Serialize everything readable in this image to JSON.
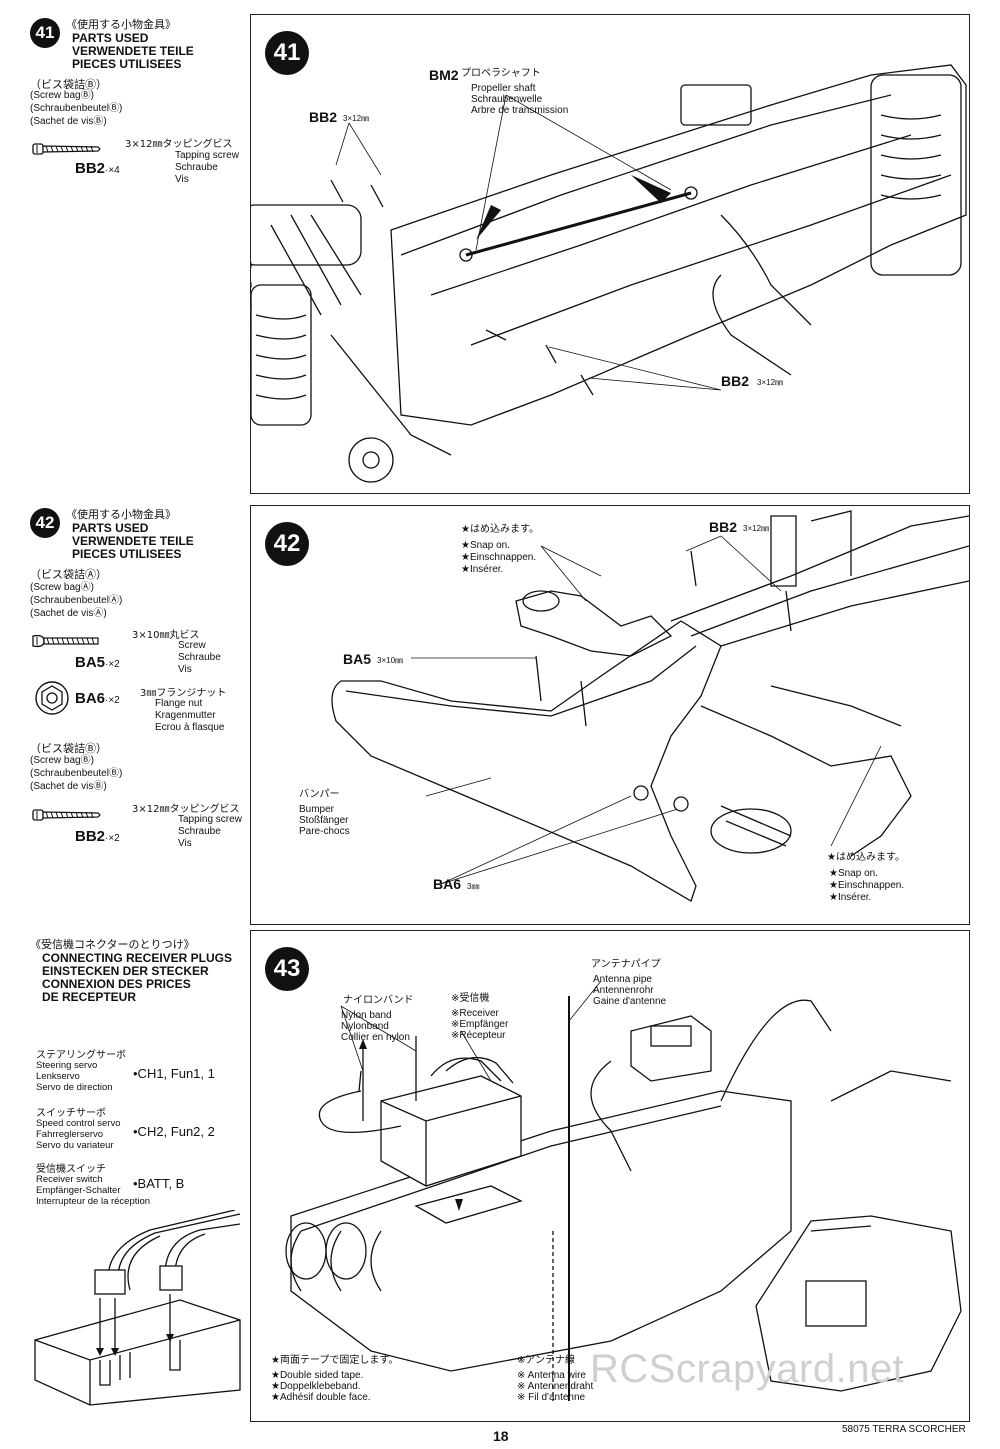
{
  "step41": {
    "number": "41",
    "parts_jp": "《使用する小物金具》",
    "parts_en": "PARTS USED",
    "parts_de": "VERWENDETE TEILE",
    "parts_fr": "PIECES UTILISEES",
    "bag_jp": "（ビス袋詰Ⓑ）",
    "bag_en": "(Screw bagⒷ)",
    "bag_de": "(SchraubenbeutelⒷ)",
    "bag_fr": "(Sachet de visⒷ)",
    "screw_size_jp": "3×12㎜タッピングビス",
    "screw_en": "Tapping screw",
    "screw_de": "Schraube",
    "screw_fr": "Vis",
    "screw_code": "BB2",
    "screw_qty": "·×4",
    "diagram": {
      "bm2_code": "BM2",
      "bm2_jp": "プロペラシャフト",
      "bm2_en": "Propeller shaft",
      "bm2_de": "Schraubenwelle",
      "bm2_fr": "Arbre de transmission",
      "bb2_top": "BB2",
      "bb2_top_size": "3×12㎜",
      "bb2_right": "BB2",
      "bb2_right_size": "3×12㎜"
    }
  },
  "step42": {
    "number": "42",
    "parts_jp": "《使用する小物金具》",
    "parts_en": "PARTS USED",
    "parts_de": "VERWENDETE TEILE",
    "parts_fr": "PIECES UTILISEES",
    "bagA_jp": "（ビス袋詰Ⓐ）",
    "bagA_en": "(Screw bagⒶ)",
    "bagA_de": "(SchraubenbeutelⒶ)",
    "bagA_fr": "(Sachet de visⒶ)",
    "ba5_size": "3×10㎜丸ビス",
    "ba5_en": "Screw",
    "ba5_de": "Schraube",
    "ba5_fr": "Vis",
    "ba5_code": "BA5",
    "ba5_qty": "·×2",
    "ba6_size": "3㎜フランジナット",
    "ba6_en": "Flange nut",
    "ba6_de": "Kragenmutter",
    "ba6_fr": "Ecrou à flasque",
    "ba6_code": "BA6",
    "ba6_qty": "·×2",
    "bagB_jp": "（ビス袋詰Ⓑ）",
    "bagB_en": "(Screw bagⒷ)",
    "bagB_de": "(SchraubenbeutelⒷ)",
    "bagB_fr": "(Sachet de visⒷ)",
    "bb2_size": "3×12㎜タッピングビス",
    "bb2_en": "Tapping screw",
    "bb2_de": "Schraube",
    "bb2_fr": "Vis",
    "bb2_code": "BB2",
    "bb2_qty": "·×2",
    "diagram": {
      "snap_jp": "★はめ込みます。",
      "snap_en": "★Snap on.",
      "snap_de": "★Einschnappen.",
      "snap_fr": "★Insérer.",
      "bb2": "BB2",
      "bb2_size": "3×12㎜",
      "ba5": "BA5",
      "ba5_size": "3×10㎜",
      "bumper_jp": "バンパー",
      "bumper_en": "Bumper",
      "bumper_de": "Stoßfänger",
      "bumper_fr": "Pare-chocs",
      "ba6": "BA6",
      "ba6_size": "3㎜",
      "snap2_jp": "★はめ込みます。",
      "snap2_en": "★Snap on.",
      "snap2_de": "★Einschnappen.",
      "snap2_fr": "★Insérer."
    }
  },
  "step43": {
    "number": "43",
    "title_jp": "《受信機コネクターのとりつけ》",
    "title_en": "CONNECTING RECEIVER PLUGS",
    "title_de": "EINSTECKEN DER STECKER",
    "title_fr": "CONNEXION DES PRICES",
    "title_fr2": "DE RECEPTEUR",
    "steer_jp": "ステアリングサーボ",
    "steer_en": "Steering servo",
    "steer_de": "Lenkservo",
    "steer_fr": "Servo de direction",
    "steer_ch": "•CH1, Fun1, 1",
    "switch_jp": "スイッチサーボ",
    "switch_en": "Speed control servo",
    "switch_de": "Fahrreglerservo",
    "switch_fr": "Servo du variateur",
    "switch_ch": "•CH2, Fun2, 2",
    "rx_jp": "受信機スイッチ",
    "rx_en": "Receiver switch",
    "rx_de": "Empfänger-Schalter",
    "rx_fr": "Interrupteur de la réception",
    "rx_ch": "•BATT, B",
    "diagram": {
      "nylon_jp": "ナイロンバンド",
      "nylon_en": "Nylon band",
      "nylon_de": "Nylonband",
      "nylon_fr": "Collier en nylon",
      "recv_jp": "※受信機",
      "recv_en": "※Receiver",
      "recv_de": "※Empfänger",
      "recv_fr": "※Récepteur",
      "pipe_jp": "アンテナパイプ",
      "pipe_en": "Antenna pipe",
      "pipe_de": "Antennenrohr",
      "pipe_fr": "Gaine d'antenne",
      "tape_jp": "★両面テープで固定します。",
      "tape_en": "★Double sided tape.",
      "tape_de": "★Doppelklebeband.",
      "tape_fr": "★Adhésif double face.",
      "wire_jp": "※アンテナ線",
      "wire_en": "※ Antenna wire",
      "wire_de": "※ Antennendraht",
      "wire_fr": "※ Fil d'antenne"
    }
  },
  "footer": {
    "page_number": "18",
    "model": "58075  TERRA SCORCHER",
    "watermark": "RCScrapyard.net"
  }
}
